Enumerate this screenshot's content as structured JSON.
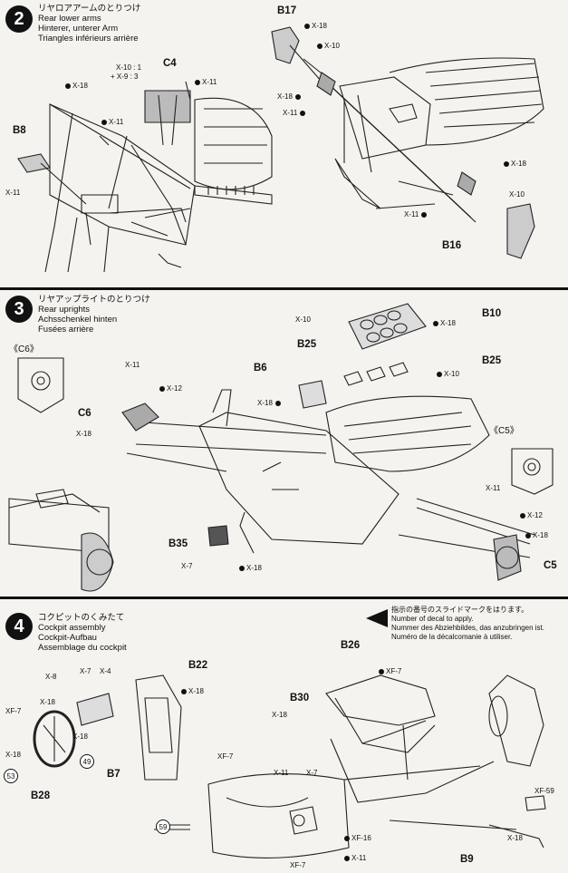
{
  "steps": [
    {
      "num": "2",
      "title_jp": "リヤロアアームのとりつけ",
      "title_en": "Rear lower arms",
      "title_de": "Hinterer, unterer Arm",
      "title_fr": "Triangles inférieurs arrière"
    },
    {
      "num": "3",
      "title_jp": "リヤアップライトのとりつけ",
      "title_en": "Rear uprights",
      "title_de": "Achsschenkel hinten",
      "title_fr": "Fusées arrière"
    },
    {
      "num": "4",
      "title_jp": "コクピットのくみたて",
      "title_en": "Cockpit assembly",
      "title_de": "Cockpit-Aufbau",
      "title_fr": "Assemblage du cockpit"
    }
  ],
  "decal_note": {
    "jp": "指示の番号のスライドマークをはります。",
    "en": "Number of decal to apply.",
    "de": "Nummer des Abziehbildes, das anzubringen ist.",
    "fr": "Numéro de la décalcomanie à utiliser."
  },
  "step2": {
    "x10_1": "X-10 : 1",
    "x9_3": "+ X-9 : 3",
    "c4": "C4",
    "x18a": "X-18",
    "x11a": "X-11",
    "x11b": "X-11",
    "b8": "B8",
    "x11c": "X-11",
    "b17": "B17",
    "x18b": "X-18",
    "x10a": "X-10",
    "x18c": "X-18",
    "x11d": "X-11",
    "x18d": "X-18",
    "x10b": "X-10",
    "x11e": "X-11",
    "b16": "B16"
  },
  "step3": {
    "x10a": "X-10",
    "b10": "B10",
    "x18a": "X-18",
    "b25a": "B25",
    "b25b": "B25",
    "x10b": "X-10",
    "b6": "B6",
    "x18b": "X-18",
    "c6_label": "《C6》",
    "c5_label": "《C5》",
    "x11a": "X-11",
    "x12a": "X-12",
    "c6": "C6",
    "x18c": "X-18",
    "x11b": "X-11",
    "x12b": "X-12",
    "x18d": "X-18",
    "c5": "C5",
    "b35": "B35",
    "x7": "X-7",
    "x18e": "X-18"
  },
  "step4": {
    "x8": "X-8",
    "x7a": "X-7",
    "x4": "X-4",
    "x18a": "X-18",
    "b22": "B22",
    "x18b": "X-18",
    "xf7a": "XF-7",
    "x18c": "X-18",
    "x18d": "X-18",
    "decal53": "53",
    "decal49": "49",
    "b28": "B28",
    "b7": "B7",
    "b26": "B26",
    "xf7b": "XF-7",
    "b30": "B30",
    "x18e": "X-18",
    "xf7c": "XF-7",
    "x11a": "X-11",
    "x7b": "X-7",
    "decal59": "59",
    "xf16": "XF-16",
    "x11b": "X-11",
    "xf7d": "XF-7",
    "xf59": "XF-59",
    "x18f": "X-18",
    "b9": "B9"
  }
}
